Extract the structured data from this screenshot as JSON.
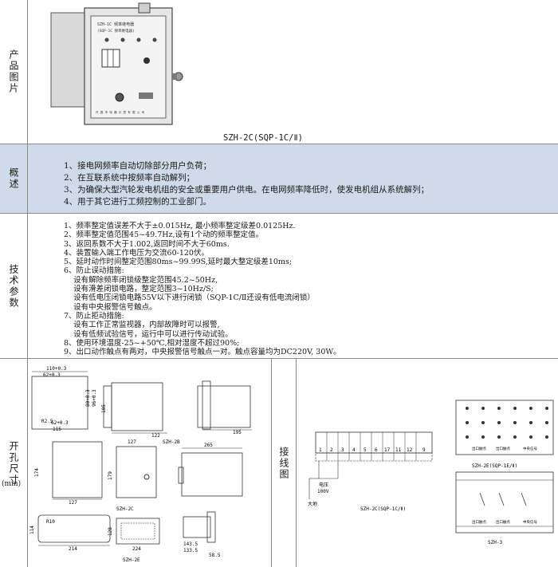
{
  "rows": {
    "photo": {
      "label": "产品图片",
      "caption": "SZH-2C(SQP-1C/Ⅱ)",
      "panel": {
        "title": "SZH-1C 频率继电器",
        "subtitle": "(SQP-1C 频率继电器)",
        "mfr": "许 昌 市 电 器 仪 表 有 限 公 司"
      }
    },
    "overview": {
      "label": "概述",
      "lines": [
        "1、接电网频率自动切除部分用户负荷；",
        "2、在互联系统中按频率自动解列；",
        "3、为确保大型汽轮发电机组的安全或重要用户供电。在电网频率降低时，使发电机组从系统解列；",
        "4、用于其它进行工频控制的工业部门。"
      ]
    },
    "specs": {
      "label": "技术参数",
      "lines": [
        "1、频率整定值误差不大于±0.015Hz, 最小频率整定级差0.0125Hz.",
        "2、频率整定值范围45~49.7Hz,设有1个动的频率整定值。",
        "3、返回系数不大于1.002,返回时间不大于60ms.",
        "4、装置输入端工作电压为交流60-120伏。",
        "5、延时动作时间整定范围80ms~99.99S,延时最大整定级差10ms;",
        "6、防止误动措施:",
        "    设有解除频率闭锁级整定范围45.2~50Hz,",
        "    设有滑差闭锁电路，整定范围3~10Hz/S;",
        "    设有低电压闭锁电路55V以下进行闭锁（SQP-1C/Ⅱ还设有低电流闭锁）",
        "    设有中央报警信号触点。",
        "7、防止拒动措施:",
        "    设有工作正常监视器，内部故障时可以报警,",
        "    设有低频试验信号，运行中可以进行传动试验。",
        "8、使用环境温度-25~+50℃,相对湿度不超过90%;",
        "9、出口动作触点有两对，中央报警信号触点一对。触点容量均为DC220V, 30W。"
      ]
    },
    "drawings": {
      "label_left": "开孔尺寸",
      "label_left_unit": "(mm)",
      "label_right": "接线图",
      "dims": {
        "d1": "110+0.3",
        "d2": "62+0.3",
        "d3": "80+0.3",
        "d4": "96+0.3",
        "d5": "62+0.3",
        "r": "R2.5",
        "w115": "115",
        "h105": "105",
        "w122": "122",
        "w195": "195",
        "szh2b": "SZH-2B",
        "h174": "174",
        "w127": "127",
        "w127b": "127",
        "h179": "179",
        "w265": "265",
        "szh2c": "SZH-2C",
        "h114": "114",
        "r10": "R10",
        "w214": "214",
        "h128": "128",
        "w224": "224",
        "szh2e": "SZH-2E",
        "w1435": "143.5",
        "w1335": "133.5",
        "w585": "58.5"
      },
      "wiring": {
        "terminals": [
          "1",
          "2",
          "3",
          "4",
          "5",
          "6",
          "17",
          "11",
          "12",
          "9"
        ],
        "voltage": "电压",
        "v100": "100V",
        "dc": "大地",
        "caption_c": "SZH-2C(SQP-1C/Ⅱ)",
        "out1": "出口触点",
        "out2": "出口触点",
        "alarm": "中央信号",
        "caption_e": "SZH-2E(SQP-1E/Ⅱ)",
        "out3": "出口触点",
        "out4": "出口触点",
        "alarm2": "中央信号",
        "caption_3": "SZH-3"
      }
    }
  },
  "colors": {
    "band": "#cfdbe8",
    "line": "#8a8a8a",
    "ink": "#1a1a1a"
  }
}
